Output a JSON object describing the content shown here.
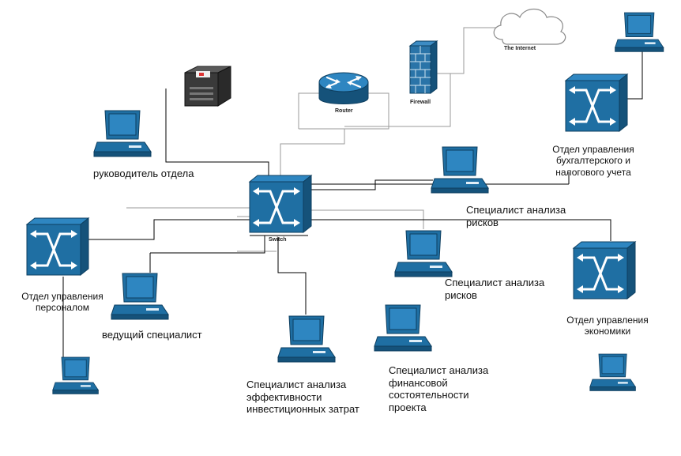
{
  "labels": {
    "internet": "The Internet",
    "firewall": "Firewall",
    "router": "Router",
    "switch": "Switch",
    "head": "руководитель отдела",
    "accounting": "Отдел управления бухгалтерского и налогового учета",
    "risk1": "Специалист анализа рисков",
    "risk2": "Специалист анализа рисков",
    "personnel": "Отдел управления персоналом",
    "lead": "ведущий специалист",
    "investment": "Специалист анализа эффективности инвестиционных затрат",
    "financial": "Специалист анализа финансовой состоятельности проекта",
    "economics": "Отдел управления экономики"
  },
  "colors": {
    "device_blue": "#1f6fa3",
    "device_dark": "#15527a",
    "line": "#000000",
    "line_gray": "#9a9a9a",
    "firewall_brick": "#2a74a8"
  },
  "icons": [
    "cloud-icon",
    "firewall-icon",
    "router-icon",
    "server-icon",
    "switch-icon",
    "computer-icon"
  ]
}
